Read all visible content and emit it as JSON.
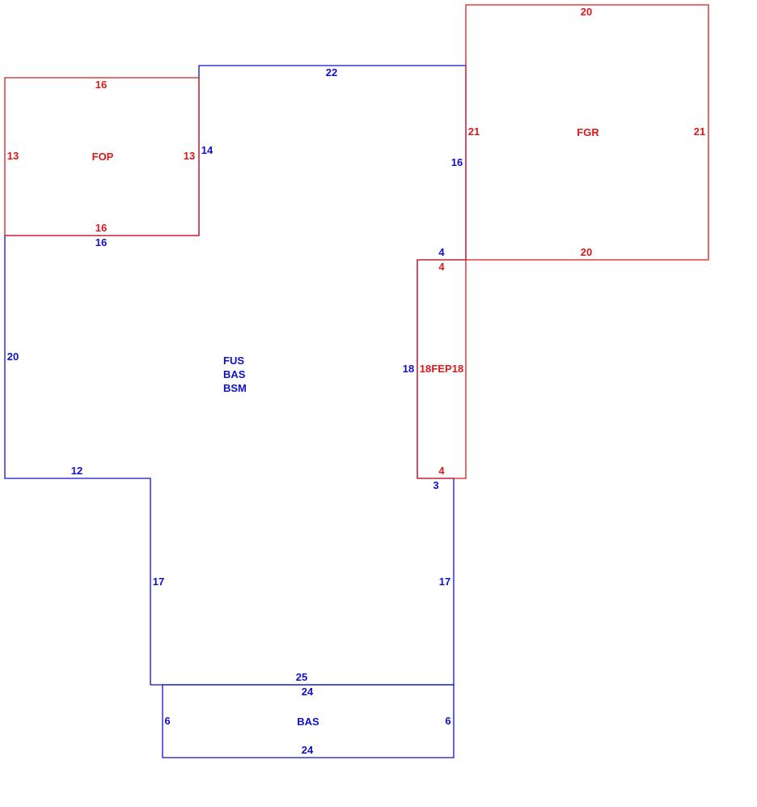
{
  "colors": {
    "main": "#1010c8",
    "attached": "#d91a1a"
  },
  "main_area": {
    "area_codes": [
      "FUS",
      "BAS",
      "BSM"
    ],
    "dims": {
      "top": "22",
      "right_upper": "16",
      "right_notch": "4",
      "right_mid": "18",
      "right_notch_bottom": "3",
      "right_lower": "17",
      "bottom": "25",
      "left_lower": "17",
      "left_step": "12",
      "left": "20",
      "left_top": "16",
      "top_step": "14"
    }
  },
  "basement_addon": {
    "area_code": "BAS",
    "dims": {
      "top": "24",
      "left": "6",
      "right": "6",
      "bottom": "24"
    }
  },
  "porch": {
    "area_code": "FOP",
    "dims": {
      "top": "16",
      "left": "13",
      "right": "13",
      "bottom": "16"
    }
  },
  "garage": {
    "area_code": "FGR",
    "dims": {
      "top": "20",
      "left": "21",
      "right": "21",
      "bottom": "20"
    }
  },
  "enclosed_porch": {
    "area_code": "FEP",
    "dims": {
      "top": "4",
      "left": "18",
      "right": "18",
      "bottom": "4"
    }
  }
}
